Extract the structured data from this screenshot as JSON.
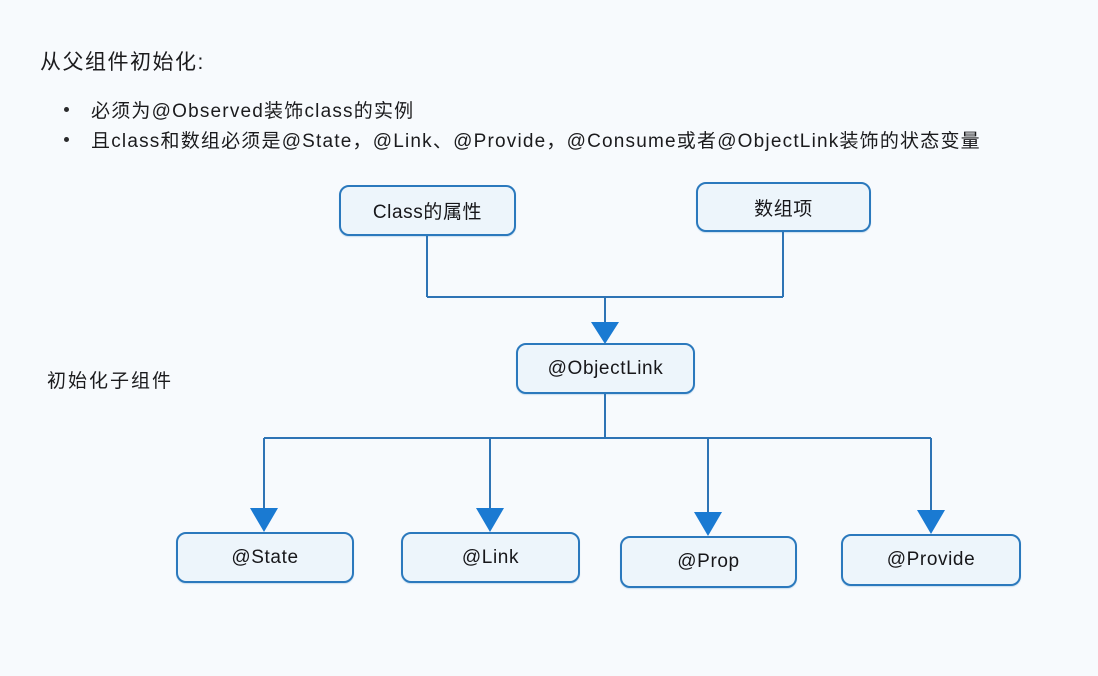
{
  "header": {
    "title": "从父组件初始化:",
    "bullets": [
      "必须为@Observed装饰class的实例",
      "且class和数组必须是@State，@Link、@Provide，@Consume或者@ObjectLink装饰的状态变量"
    ]
  },
  "side_label": "初始化子组件",
  "diagram": {
    "top_nodes": [
      {
        "label": "Class的属性"
      },
      {
        "label": "数组项"
      }
    ],
    "middle_node": {
      "label": "@ObjectLink"
    },
    "bottom_nodes": [
      {
        "label": "@State"
      },
      {
        "label": "@Link"
      },
      {
        "label": "@Prop"
      },
      {
        "label": "@Provide"
      }
    ]
  },
  "colors": {
    "background": "#f7fafd",
    "node_fill": "#edf5fb",
    "node_border": "#2b79bd",
    "connector": "#2e74b5",
    "arrow": "#1a7ad2",
    "text": "#1b1b1d"
  }
}
